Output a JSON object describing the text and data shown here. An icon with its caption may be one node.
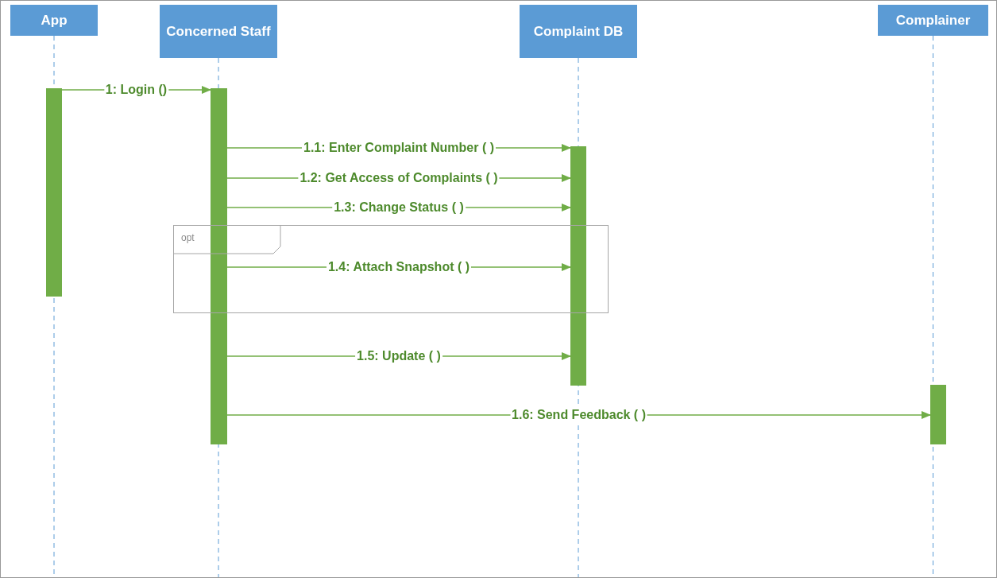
{
  "diagram": {
    "nodes": [
      {
        "text": [
          "App"
        ]
      },
      {
        "text": [
          "Concerned Staff"
        ]
      },
      {
        "text": [
          "Complaint DB"
        ]
      },
      {
        "text": [
          "Complainer"
        ]
      },
      {
        "text": [],
        "shape": "bar"
      },
      {
        "text": [],
        "shape": "bar"
      },
      {
        "text": [],
        "shape": "bar"
      },
      {
        "text": [],
        "shape": "bar"
      },
      {
        "text": [
          "opt"
        ]
      }
    ],
    "edges": [
      {
        "from": 4,
        "to": 5,
        "arrow": "to",
        "label": "1: Login ()"
      },
      {
        "from": 5,
        "to": 6,
        "arrow": "to",
        "label": "1.1: Enter Complaint Number ( )"
      },
      {
        "from": 5,
        "to": 6,
        "arrow": "to",
        "label": "1.2: Get Access of Complaints ( )"
      },
      {
        "from": 5,
        "to": 6,
        "arrow": "to",
        "label": "1.3: Change Status ( )"
      },
      {
        "from": 5,
        "to": 6,
        "arrow": "to",
        "label": "1.4: Attach Snapshot ( )"
      },
      {
        "from": 5,
        "to": 6,
        "arrow": "to",
        "label": "1.5: Update ( )"
      },
      {
        "from": 5,
        "to": 7,
        "arrow": "to",
        "label": "1.6: Send Feedback ( )"
      }
    ]
  }
}
